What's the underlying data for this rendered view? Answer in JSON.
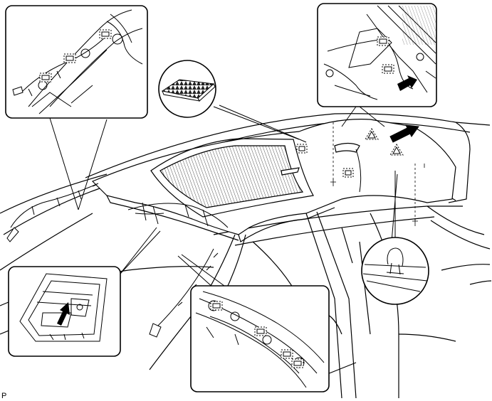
{
  "figure": {
    "corner_label": "P"
  },
  "callouts": [
    {
      "id": "a-pillar-upper-detail",
      "content": "clip-locations"
    },
    {
      "id": "rear-clip-detail",
      "content": "clip-locations-with-arrow"
    },
    {
      "id": "retainer-pad-detail",
      "content": "sound-absorbing-pad"
    },
    {
      "id": "map-lamp-detail",
      "content": "connector-with-arrow"
    },
    {
      "id": "a-pillar-lower-detail",
      "content": "clip-locations"
    },
    {
      "id": "rear-clip-closeup",
      "content": "clip-closeup"
    }
  ],
  "colors": {
    "stroke": "#000000",
    "background": "#ffffff",
    "hatch": "#555555"
  }
}
